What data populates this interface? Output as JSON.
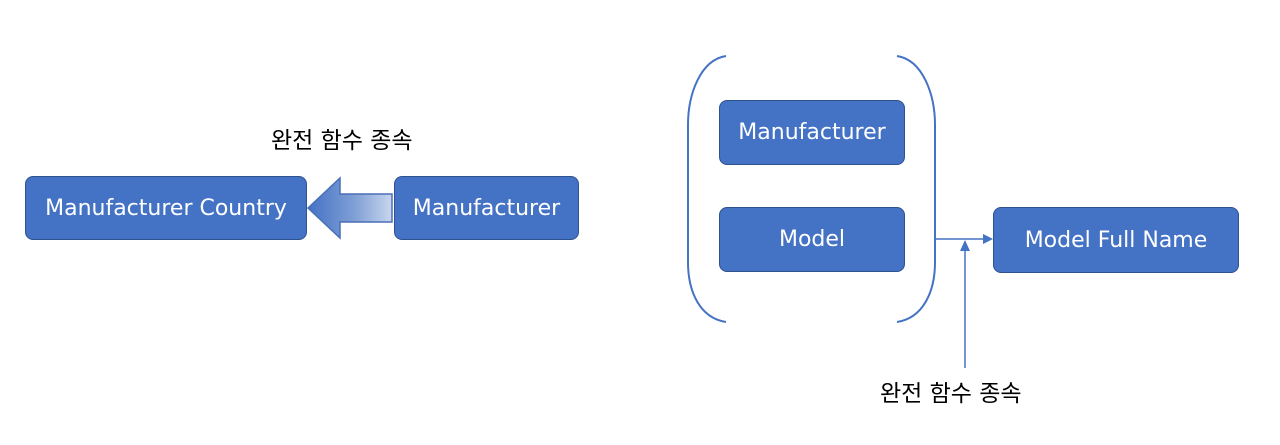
{
  "left": {
    "caption": "완전 함수 종속",
    "target_box": "Manufacturer Country",
    "source_box": "Manufacturer"
  },
  "right": {
    "group_boxes": [
      "Manufacturer",
      "Model"
    ],
    "target_box": "Model Full Name",
    "caption": "완전 함수 종속"
  },
  "colors": {
    "box_fill": "#4472c4",
    "box_border": "#2f528f",
    "arrow_fill": "#4472c4",
    "bracket_line": "#4472c4"
  }
}
